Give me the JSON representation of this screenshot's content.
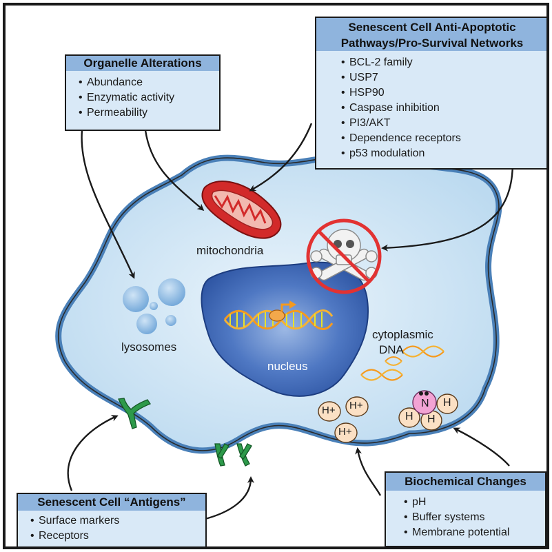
{
  "colors": {
    "box_fill": "#d9e9f7",
    "box_title_fill": "#8fb4dd",
    "cell_fill": "#cfe5f5",
    "cell_membrane": "#4a80b8",
    "nucleus": "#3b65b3",
    "mitochondria": "#d22a2a",
    "no_symbol": "#e23232",
    "dna_orange": "#f59a1e",
    "antigen_green": "#2d9a4a",
    "proton_fill": "#fbe0c4"
  },
  "labels": {
    "mitochondria": "mitochondria",
    "lysosomes": "lysosomes",
    "nucleus": "nucleus",
    "cytoplasmic_dna_line1": "cytoplasmic",
    "cytoplasmic_dna_line2": "DNA",
    "proton": "H+",
    "nitrogen": "N",
    "hydrogen": "H"
  },
  "icons": [
    "skull-crossbones-icon",
    "prohibition-icon",
    "transcription-arrow-icon"
  ],
  "boxes": {
    "organelle": {
      "title": "Organelle Alterations",
      "items": [
        "Abundance",
        "Enzymatic activity",
        "Permeability"
      ]
    },
    "antiapoptotic": {
      "title_line1": "Senescent Cell Anti-Apoptotic",
      "title_line2": "Pathways/Pro-Survival Networks",
      "items": [
        "BCL-2 family",
        "USP7",
        "HSP90",
        "Caspase inhibition",
        "PI3/AKT",
        "Dependence receptors",
        "p53 modulation"
      ]
    },
    "antigens": {
      "title": "Senescent Cell “Antigens”",
      "items": [
        "Surface markers",
        "Receptors"
      ]
    },
    "biochemical": {
      "title": "Biochemical Changes",
      "items": [
        "pH",
        "Buffer systems",
        "Membrane potential"
      ]
    }
  }
}
